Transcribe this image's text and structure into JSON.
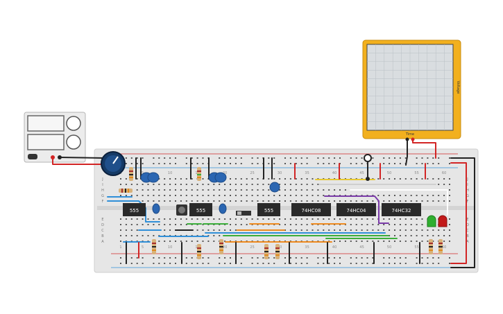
{
  "power_supply": {
    "label": "psu-panel"
  },
  "oscilloscope": {
    "xlabel": "Time",
    "ylabel": "Voltage"
  },
  "chips": [
    {
      "label": "555"
    },
    {
      "label": "555"
    },
    {
      "label": "555"
    },
    {
      "label": "74HC08"
    },
    {
      "label": "74HC04"
    },
    {
      "label": "74HC32"
    }
  ],
  "rail_letters": {
    "top": [
      "J",
      "I",
      "H",
      "G",
      "F"
    ],
    "bottom": [
      "E",
      "D",
      "C",
      "B",
      "A"
    ]
  },
  "column_numbers": [
    "1",
    "5",
    "10",
    "15",
    "20",
    "25",
    "30",
    "35",
    "40",
    "45",
    "50",
    "55",
    "60"
  ],
  "colors": {
    "board": "#e6e6e6",
    "scope_frame": "#f2b01e",
    "wire_red": "#d22424",
    "wire_black": "#222222",
    "wire_blue": "#2f8fd8",
    "wire_green": "#3aae3a",
    "wire_orange": "#ee8a1e",
    "wire_yellow": "#e8c830",
    "wire_purple": "#7a3aa8",
    "led_green": "#2fae2f",
    "led_red": "#c21a1a"
  }
}
